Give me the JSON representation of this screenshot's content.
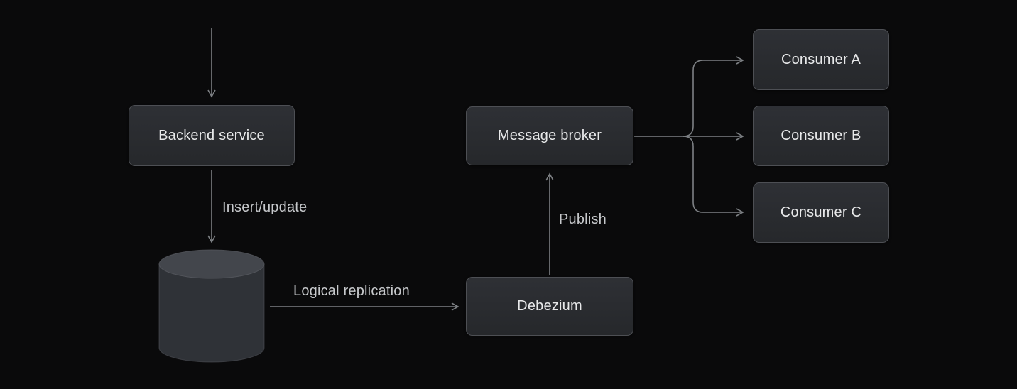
{
  "diagram": {
    "nodes": {
      "backend": {
        "label": "Backend service"
      },
      "database": {
        "icon": "database-cylinder-icon"
      },
      "debezium": {
        "label": "Debezium"
      },
      "broker": {
        "label": "Message broker"
      },
      "consumer_a": {
        "label": "Consumer A"
      },
      "consumer_b": {
        "label": "Consumer B"
      },
      "consumer_c": {
        "label": "Consumer C"
      }
    },
    "edge_labels": {
      "insert_update": "Insert/update",
      "logical_replication": "Logical replication",
      "publish": "Publish"
    },
    "colors": {
      "background": "#0a0a0b",
      "node_fill_top": "#2e3035",
      "node_fill_bottom": "#26282b",
      "node_border": "#4d4f54",
      "node_text": "#e8e9ea",
      "edge": "#7d8084",
      "edge_label": "#c7c9cc",
      "cylinder_top": "#43464c",
      "cylinder_body": "#2f3237",
      "cylinder_rim": "#55585e"
    }
  }
}
